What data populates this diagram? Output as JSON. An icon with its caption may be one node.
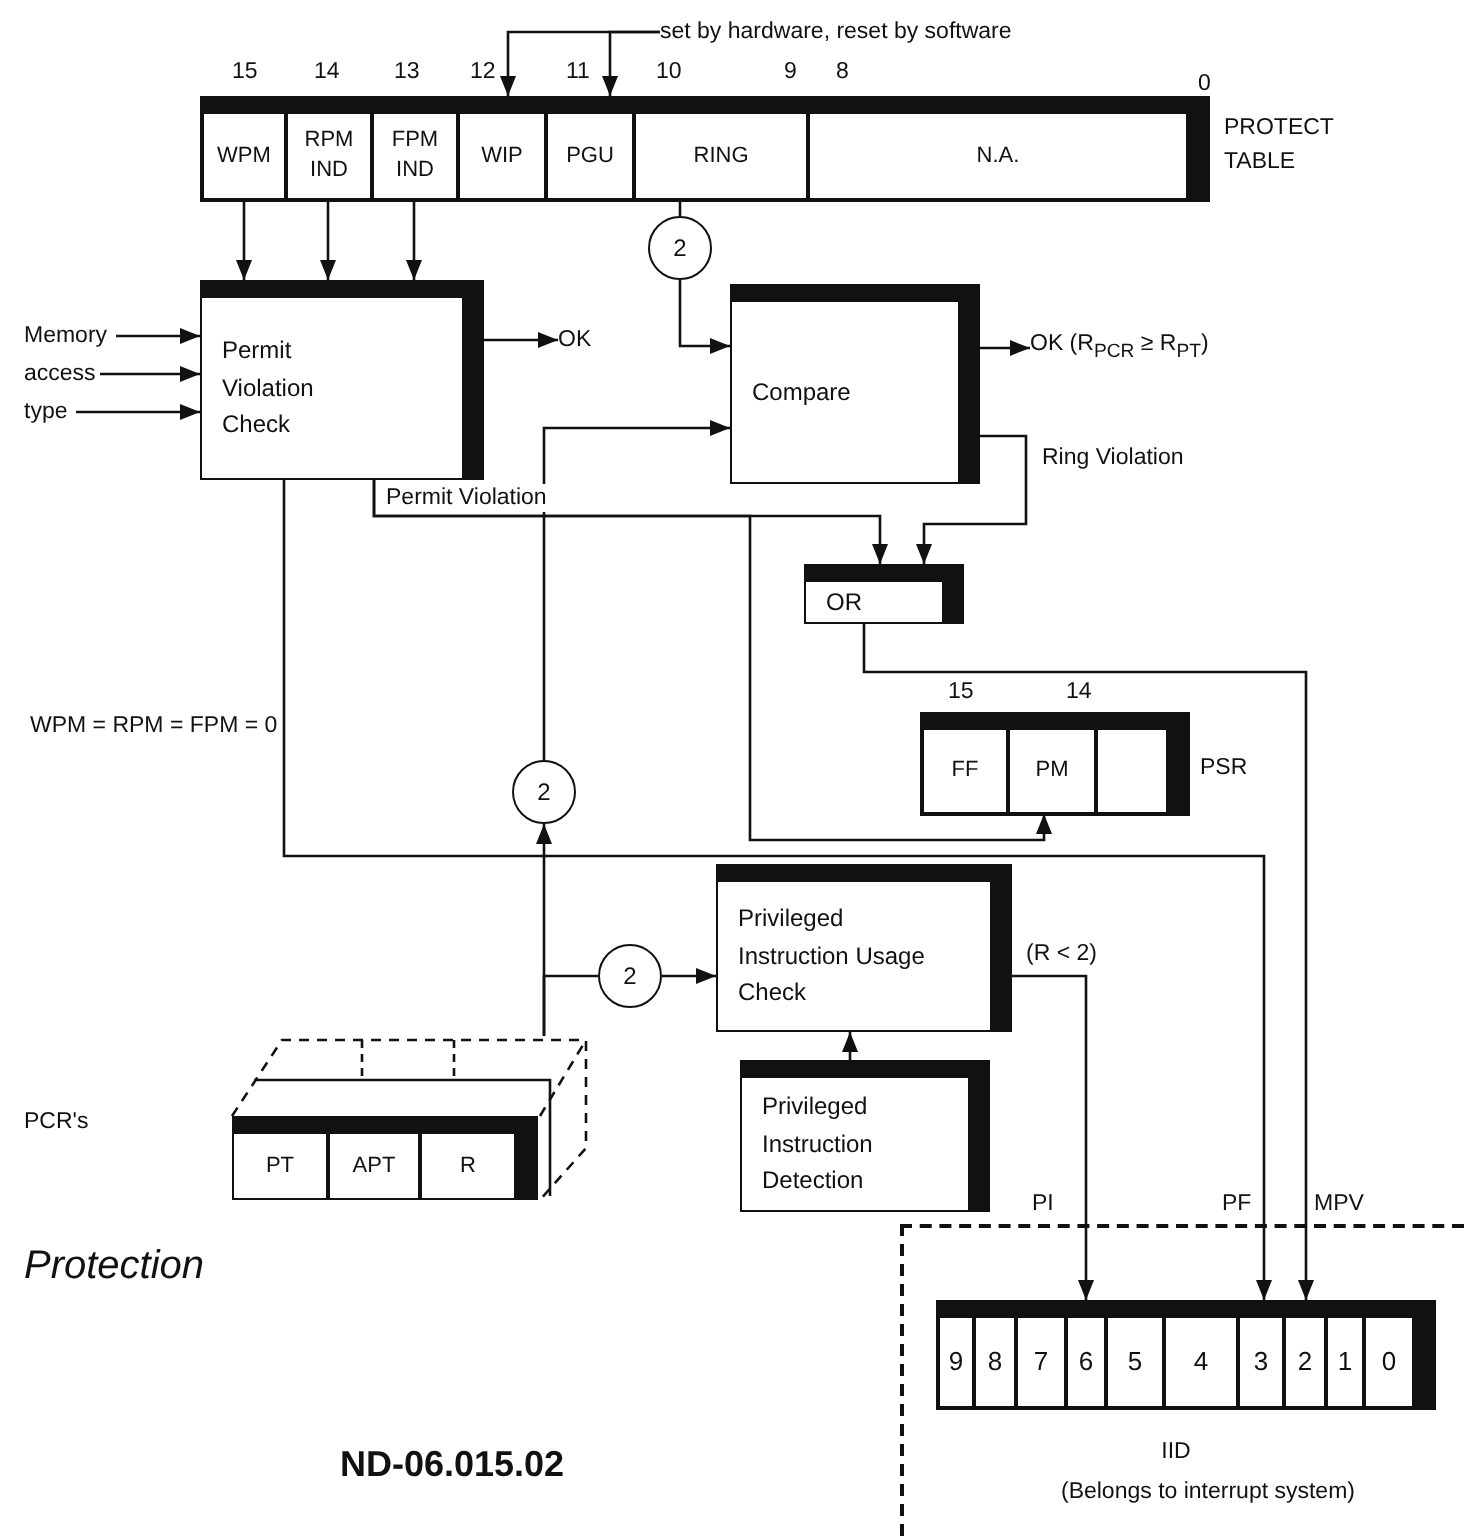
{
  "diagram": {
    "nodes": [
      {
        "text": [],
        "shape": "box",
        "beside": [
          "PROTECT TABLE"
        ]
      },
      {
        "text": [
          "WPM"
        ],
        "in": 0
      },
      {
        "text": [
          "RPM IND"
        ],
        "in": 0
      },
      {
        "text": [
          "FPM IND"
        ],
        "in": 0
      },
      {
        "text": [
          "WIP"
        ],
        "in": 0
      },
      {
        "text": [
          "PGU"
        ],
        "in": 0
      },
      {
        "text": [
          "RING"
        ],
        "in": 0
      },
      {
        "text": [
          "N.A."
        ],
        "in": 0
      },
      {
        "text": [
          "set by hardware, reset by software"
        ]
      },
      {
        "text": [
          "2"
        ]
      },
      {
        "text": [
          "Permit Violation Check"
        ]
      },
      {
        "text": [
          "Compare"
        ]
      },
      {
        "text": [
          "OR"
        ]
      },
      {
        "text": [],
        "shape": "box",
        "beside": [
          "PSR"
        ]
      },
      {
        "text": [
          "FF"
        ],
        "in": 13
      },
      {
        "text": [
          "PM"
        ],
        "in": 13
      },
      {
        "text": [],
        "shape": "box",
        "in": 13
      },
      {
        "text": [
          "2"
        ]
      },
      {
        "text": [
          "2"
        ]
      },
      {
        "text": [
          "Privileged Instruction Usage Check"
        ]
      },
      {
        "text": [
          "Privileged Instruction Detection"
        ]
      },
      {
        "text": [],
        "shape": "box"
      },
      {
        "text": [
          "PT"
        ],
        "in": 21
      },
      {
        "text": [
          "APT"
        ],
        "in": 21
      },
      {
        "text": [
          "R"
        ],
        "in": 21
      },
      {
        "text": [],
        "shape": "box"
      },
      {
        "text": [],
        "shape": "box",
        "in": 25,
        "beside": [
          "IID",
          "(Belongs to interrupt system)"
        ]
      },
      {
        "text": [
          "9"
        ],
        "in": 26
      },
      {
        "text": [
          "8"
        ],
        "in": 26
      },
      {
        "text": [
          "7"
        ],
        "in": 26
      },
      {
        "text": [
          "6"
        ],
        "in": 26
      },
      {
        "text": [
          "5"
        ],
        "in": 26
      },
      {
        "text": [
          "4"
        ],
        "in": 26
      },
      {
        "text": [
          "3"
        ],
        "in": 26
      },
      {
        "text": [
          "2"
        ],
        "in": 26
      },
      {
        "text": [
          "1"
        ],
        "in": 26
      },
      {
        "text": [
          "0"
        ],
        "in": 26
      },
      {
        "text": [
          "Memory"
        ]
      },
      {
        "text": [
          "access"
        ]
      },
      {
        "text": [
          "type"
        ]
      },
      {
        "text": [
          "OK"
        ]
      },
      {
        "text": [
          "OK (R$_{PCR}$ ≥ R$_{PT}$)"
        ]
      }
    ],
    "edges": [
      {
        "from": 8,
        "to": 4,
        "arrow": "to"
      },
      {
        "from": 8,
        "to": 5,
        "arrow": "to"
      },
      {
        "from": 1,
        "to": 10,
        "arrow": "to"
      },
      {
        "from": 2,
        "to": 10,
        "arrow": "to"
      },
      {
        "from": 3,
        "to": 10,
        "arrow": "to"
      },
      {
        "from": 6,
        "to": 9,
        "arrow": "none"
      },
      {
        "from": 9,
        "to": 11,
        "arrow": "to"
      },
      {
        "from": 37,
        "to": 10,
        "arrow": "to"
      },
      {
        "from": 38,
        "to": 10,
        "arrow": "to"
      },
      {
        "from": 39,
        "to": 10,
        "arrow": "to"
      },
      {
        "from": 10,
        "to": 40,
        "arrow": "to"
      },
      {
        "from": 11,
        "to": 41,
        "arrow": "to"
      },
      {
        "from": 10,
        "to": 12,
        "arrow": "to",
        "label": "Permit Violation"
      },
      {
        "from": 11,
        "to": 12,
        "arrow": "to",
        "label": "Ring Violation"
      },
      {
        "from": 10,
        "to": 15,
        "arrow": "to"
      },
      {
        "from": 10,
        "to": 33,
        "arrow": "to",
        "label": "WPM = RPM = FPM = 0"
      },
      {
        "from": 12,
        "to": 34,
        "arrow": "to"
      },
      {
        "from": 21,
        "to": 17,
        "arrow": "to"
      },
      {
        "from": 17,
        "to": 11,
        "arrow": "to"
      },
      {
        "from": 21,
        "to": 18,
        "arrow": "none"
      },
      {
        "from": 18,
        "to": 19,
        "arrow": "to"
      },
      {
        "from": 20,
        "to": 19,
        "arrow": "to"
      },
      {
        "from": 19,
        "to": 30,
        "arrow": "to",
        "label": "(R < 2)"
      }
    ],
    "labels": [
      "15",
      "14",
      "13",
      "12",
      "11",
      "10",
      "9",
      "8",
      "0",
      "15",
      "14",
      "PI",
      "PF",
      "MPV",
      "PCR's",
      "Protection",
      "ND-06.015.02"
    ]
  }
}
